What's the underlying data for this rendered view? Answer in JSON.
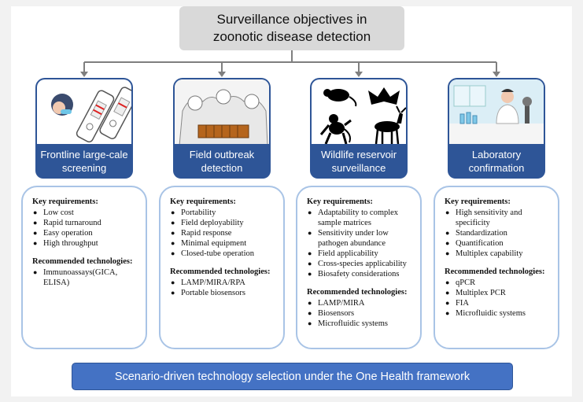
{
  "title": {
    "line1": "Surveillance objectives in",
    "line2": "zoonotic disease detection"
  },
  "colors": {
    "band": "#2e5597",
    "card_border": "#a9c4e6",
    "banner": "#4472c4",
    "title_bg": "#d9d9d9",
    "connector": "#7f7f7f"
  },
  "columns": [
    {
      "icon": "rapid-test-strips-icon",
      "label_line1": "Frontline large-cale",
      "label_line2": "screening",
      "key_heading": "Key requirements:",
      "requirements": [
        "Low cost",
        "Rapid turnaround",
        "Easy operation",
        "High throughput"
      ],
      "rec_heading": "Recommended technologies:",
      "technologies": [
        "Immunoassays(GICA, ELISA)"
      ]
    },
    {
      "icon": "field-team-icon",
      "label_line1": "Field outbreak",
      "label_line2": "detection",
      "key_heading": "Key requirements:",
      "requirements": [
        "Portability",
        "Field deployability",
        "Rapid response",
        "Minimal equipment",
        "Closed-tube operation"
      ],
      "rec_heading": "Recommended technologies:",
      "technologies": [
        "LAMP/MIRA/RPA",
        "Portable biosensors"
      ]
    },
    {
      "icon": "wildlife-silhouettes-icon",
      "label_line1": "Wildlife reservoir",
      "label_line2": "surveillance",
      "key_heading": "Key requirements:",
      "requirements": [
        "Adaptability to complex sample matrices",
        "Sensitivity under low pathogen abundance",
        "Field applicability",
        "Cross-species applicability",
        "Biosafety considerations"
      ],
      "rec_heading": "Recommended technologies:",
      "technologies": [
        "LAMP/MIRA",
        "Biosensors",
        "Microfluidic systems"
      ]
    },
    {
      "icon": "laboratory-scientist-icon",
      "label_line1": "Laboratory",
      "label_line2": "confirmation",
      "key_heading": "Key requirements:",
      "requirements": [
        "High sensitivity and specificity",
        "Standardization",
        "Quantification",
        "Multiplex capability"
      ],
      "rec_heading": "Recommended technologies:",
      "technologies": [
        "qPCR",
        "Multiplex PCR",
        "FIA",
        "Microfluidic systems"
      ]
    }
  ],
  "banner": "Scenario-driven technology selection under the One Health framework"
}
